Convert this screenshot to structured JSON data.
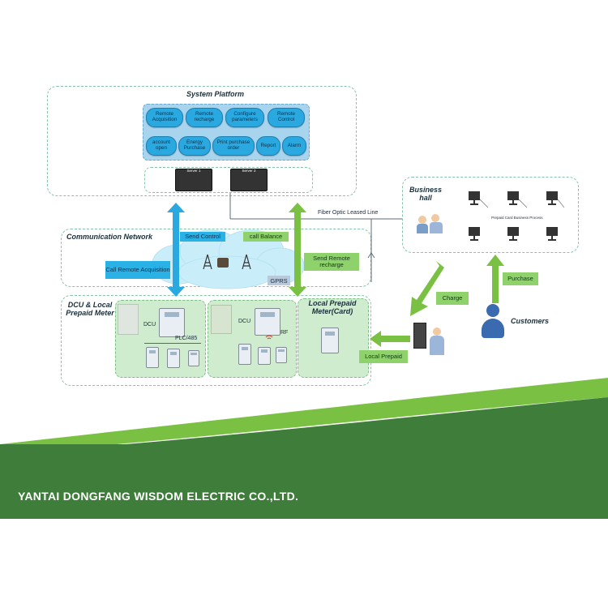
{
  "system_platform": {
    "title": "System Platform",
    "functions": [
      "Remote Acquisition",
      "Remote recharge",
      "Configure parameters",
      "Remote Control",
      "account open",
      "Energy Purchase",
      "Print purchase order",
      "Report",
      "Alarm"
    ],
    "servers": [
      "Server 1",
      "Server 2"
    ]
  },
  "communication": {
    "title": "Communication Network",
    "send_control": "Send Control",
    "call_balance": "call Balance",
    "call_remote": "Call Remote Acquisition",
    "send_remote_recharge": "Send Remote recharge",
    "gprs": "GPRS",
    "fiber": "Fiber Optic Leased Line"
  },
  "dcu_section": {
    "title": "DCU & Local Prepaid Meter",
    "dcu_label_1": "DCU",
    "plc": "PLC/485",
    "dcu_label_2": "DCU",
    "rf": "RF"
  },
  "local_prepaid": {
    "title": "Local Prepaid Meter(Card)",
    "label": "Local Prepaid"
  },
  "business_hall": {
    "title": "Business hall",
    "process": "Prepaid Card Business Process"
  },
  "flow": {
    "charge": "Charge",
    "purchase": "Purchase",
    "customers": "Customers"
  },
  "footer": {
    "company": "YANTAI DONGFANG WISDOM ELECTRIC CO.,LTD."
  },
  "colors": {
    "green_arrow": "#7ac143",
    "blue_arrow": "#2aa8e0",
    "footer_green": "#3f7d3a",
    "panel_green": "#cfeccf"
  }
}
